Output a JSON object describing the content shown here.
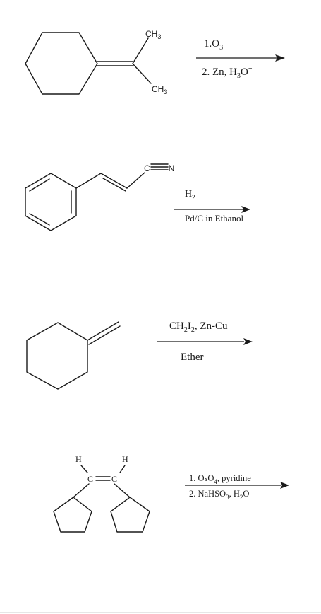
{
  "reactions": [
    {
      "substrate_labels": {
        "methyl_top": "CH3",
        "methyl_bottom": "CH3"
      },
      "reagent_above": "1.O3",
      "reagent_below": "2. Zn, H3O+"
    },
    {
      "substrate_labels": {
        "nitrile": "C≡N"
      },
      "reagent_above": "H2",
      "reagent_below": "Pd/C in Ethanol"
    },
    {
      "substrate_labels": {},
      "reagent_above": "CH2I2, Zn-Cu",
      "reagent_below": "Ether"
    },
    {
      "substrate_labels": {
        "h_left": "H",
        "h_right": "H",
        "alkene": "C=C"
      },
      "reagent_above": "1. OsO4, pyridine",
      "reagent_below": "2. NaHSO3, H2O"
    }
  ]
}
